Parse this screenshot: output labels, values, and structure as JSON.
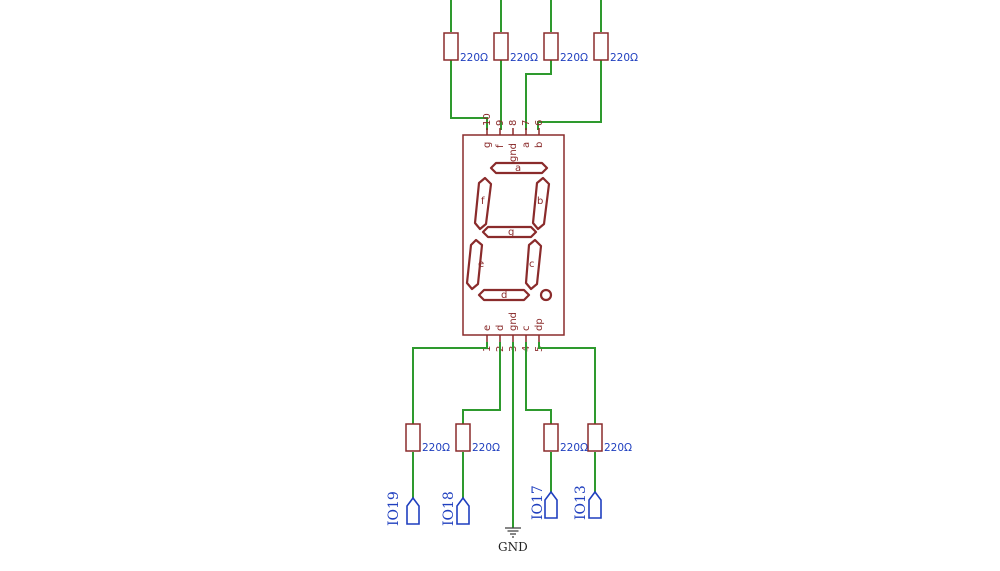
{
  "display": {
    "top_pins": [
      {
        "number": "10",
        "name": "g"
      },
      {
        "number": "9",
        "name": "f"
      },
      {
        "number": "8",
        "name": "gnd"
      },
      {
        "number": "7",
        "name": "a"
      },
      {
        "number": "6",
        "name": "b"
      }
    ],
    "bottom_pins": [
      {
        "number": "1",
        "name": "e"
      },
      {
        "number": "2",
        "name": "d"
      },
      {
        "number": "3",
        "name": "gnd"
      },
      {
        "number": "4",
        "name": "c"
      },
      {
        "number": "5",
        "name": "dp"
      }
    ],
    "segments": [
      "a",
      "b",
      "c",
      "d",
      "e",
      "f",
      "g"
    ]
  },
  "resistors": {
    "top": [
      "220Ω",
      "220Ω",
      "220Ω",
      "220Ω"
    ],
    "bottom": [
      "220Ω",
      "220Ω",
      "220Ω",
      "220Ω"
    ]
  },
  "net_ports": [
    "IO19",
    "IO18",
    "IO17",
    "IO13"
  ],
  "ground": {
    "label": "GND"
  },
  "colors": {
    "wire": "#2e9a2e",
    "component": "#8a2b2b",
    "label": "#1f3fbf"
  }
}
